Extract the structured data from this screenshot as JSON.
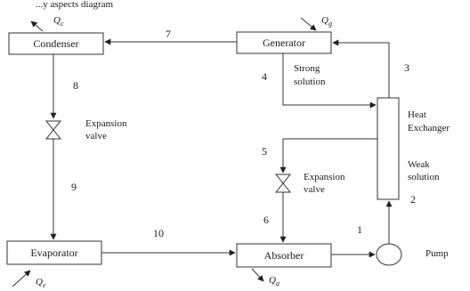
{
  "components": {
    "condenser": "Condenser",
    "generator": "Generator",
    "evaporator": "Evaporator",
    "absorber": "Absorber",
    "heat_exchanger": [
      "Heat",
      "Exchanger"
    ],
    "pump": "Pump",
    "expansion_valve_1": [
      "Expansion",
      "valve"
    ],
    "expansion_valve_2": [
      "Expansion",
      "valve"
    ]
  },
  "stream_labels": {
    "s1": "1",
    "s2": "2",
    "s3": "3",
    "s4": "4",
    "s5": "5",
    "s6": "6",
    "s7": "7",
    "s8": "8",
    "s9": "9",
    "s10": "10"
  },
  "solution_labels": {
    "strong": [
      "Strong",
      "solution"
    ],
    "weak": [
      "Weak",
      "solution"
    ]
  },
  "heat_labels": {
    "q_main": "Q",
    "condenser_sub": "c",
    "generator_sub": "g",
    "evaporator_sub": "e",
    "absorber_sub": "a"
  },
  "top_text": "...y aspects diagram"
}
